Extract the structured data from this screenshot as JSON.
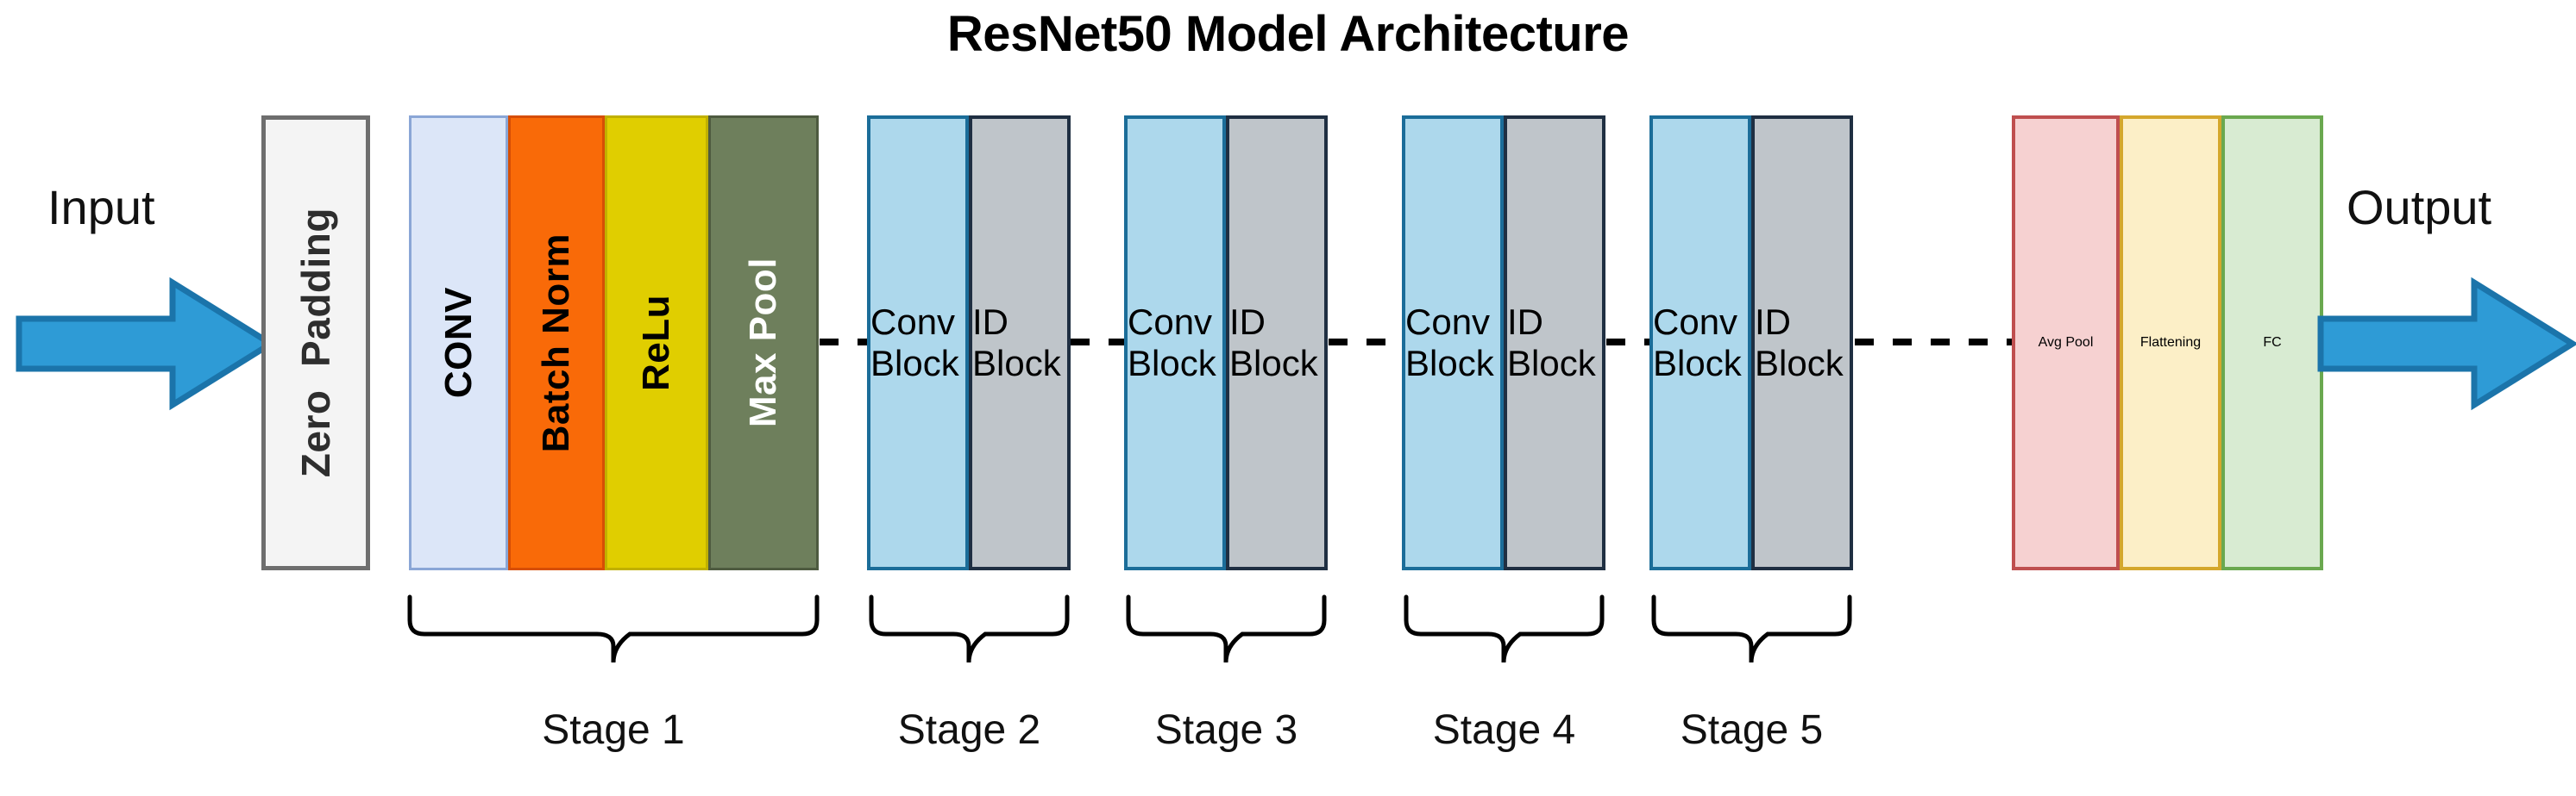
{
  "title": "ResNet50 Model Architecture",
  "io": {
    "input_label": "Input",
    "output_label": "Output",
    "input_arrow_icon": "right-block-arrow-icon",
    "output_arrow_icon": "right-block-arrow-icon",
    "arrow_fill": "#2E9BD6",
    "arrow_stroke": "#1B74AA"
  },
  "preprocessing": {
    "zero_padding_label": "Zero  Padding",
    "fill": "#F4F4F4",
    "border": "#6E6E6E"
  },
  "stage1": {
    "layers": [
      {
        "label": "CONV",
        "fill": "#DCE6F8",
        "border": "#8AA6D6",
        "text_color": "#000000"
      },
      {
        "label": "Batch Norm",
        "fill": "#F96A08",
        "border": "#D64E05",
        "text_color": "#000000"
      },
      {
        "label": "ReLu",
        "fill": "#E0CE00",
        "border": "#C0B000",
        "text_color": "#000000"
      },
      {
        "label": "Max Pool",
        "fill": "#6E7F5C",
        "border": "#4E5B40",
        "text_color": "#FFFFFF"
      }
    ]
  },
  "repeat_stages": [
    {
      "conv_label": "Conv Block",
      "id_label": "ID Block"
    },
    {
      "conv_label": "Conv Block",
      "id_label": "ID Block"
    },
    {
      "conv_label": "Conv Block",
      "id_label": "ID Block"
    },
    {
      "conv_label": "Conv Block",
      "id_label": "ID Block"
    }
  ],
  "block_colors": {
    "conv_block_fill": "#ADD8EC",
    "conv_block_border": "#1B6D99",
    "id_block_fill": "#BFC5CA",
    "id_block_border": "#1F2F42"
  },
  "tail": {
    "blocks": [
      {
        "label": "Avg Pool",
        "fill": "#F6D1D1",
        "border": "#BF4F4F"
      },
      {
        "label": "Flattening",
        "fill": "#FCEFC7",
        "border": "#D4A72C"
      },
      {
        "label": "FC",
        "fill": "#D8EBD2",
        "border": "#6AA84F"
      }
    ]
  },
  "stage_captions": [
    "Stage 1",
    "Stage 2",
    "Stage 3",
    "Stage 4",
    "Stage 5"
  ],
  "connectors": {
    "style": "dashed",
    "color": "#000000",
    "count": 5
  }
}
